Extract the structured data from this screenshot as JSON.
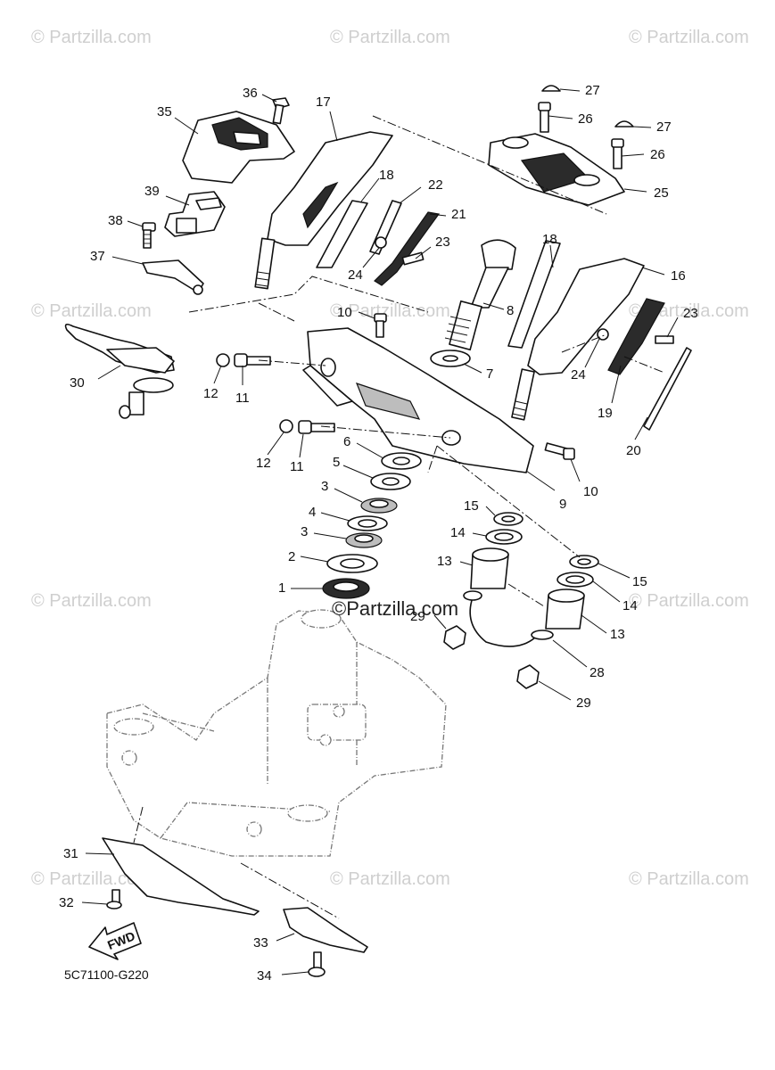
{
  "watermarks": {
    "corner_text": "© Partzilla.com",
    "center_text": "©Partzilla.com"
  },
  "diagram_code": "5C71100-G220",
  "fwd_label": "FWD",
  "callouts": {
    "c1": "1",
    "c2": "2",
    "c3a": "3",
    "c3b": "3",
    "c4": "4",
    "c5": "5",
    "c6": "6",
    "c7": "7",
    "c8": "8",
    "c9": "9",
    "c10a": "10",
    "c10b": "10",
    "c11a": "11",
    "c11b": "11",
    "c12a": "12",
    "c12b": "12",
    "c13a": "13",
    "c13b": "13",
    "c14a": "14",
    "c14b": "14",
    "c15a": "15",
    "c15b": "15",
    "c16": "16",
    "c17": "17",
    "c18a": "18",
    "c18b": "18",
    "c19": "19",
    "c20": "20",
    "c21": "21",
    "c22": "22",
    "c23a": "23",
    "c23b": "23",
    "c24a": "24",
    "c24b": "24",
    "c25": "25",
    "c26a": "26",
    "c26b": "26",
    "c27a": "27",
    "c27b": "27",
    "c28": "28",
    "c29a": "29",
    "c29b": "29",
    "c30": "30",
    "c31": "31",
    "c32": "32",
    "c33": "33",
    "c34": "34",
    "c35": "35",
    "c36": "36",
    "c37": "37",
    "c38": "38",
    "c39": "39"
  }
}
